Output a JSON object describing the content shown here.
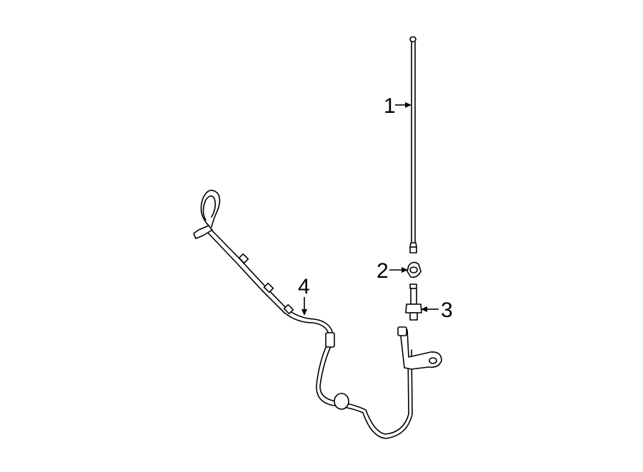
{
  "callouts": [
    {
      "id": "1",
      "label": "1",
      "part": "antenna-mast"
    },
    {
      "id": "2",
      "label": "2",
      "part": "antenna-nut"
    },
    {
      "id": "3",
      "label": "3",
      "part": "antenna-base"
    },
    {
      "id": "4",
      "label": "4",
      "part": "antenna-cable"
    }
  ],
  "colors": {
    "line": "#000000",
    "background": "#ffffff"
  }
}
